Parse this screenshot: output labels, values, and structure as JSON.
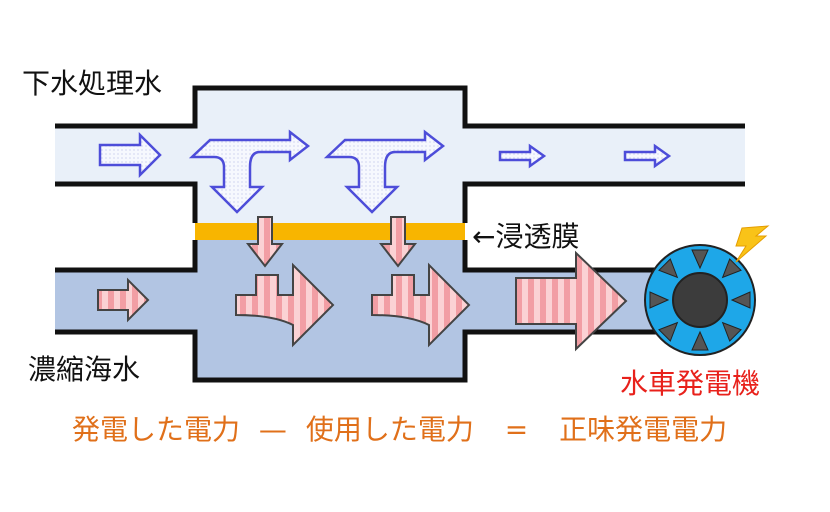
{
  "labels": {
    "inlet_top": "下水処理水",
    "inlet_bottom": "濃縮海水",
    "membrane": "←浸透膜",
    "generator": "水車発電機",
    "equation": {
      "term1": "発電した電力",
      "op1": "—",
      "term2": "使用した電力",
      "op2": "=",
      "result": "正味発電電力"
    }
  },
  "colors": {
    "fresh_water": "#e9f0f9",
    "sea_water": "#b2c5e3",
    "membrane": "#f8b500",
    "pipe_wall": "#111111",
    "fresh_arrow_outline": "#4d4dd9",
    "salt_arrow": "#f7b4b8",
    "turbine_ring": "#1ea7e8",
    "turbine_core": "#3c3c3c",
    "spark": "#f9c318",
    "generator_label": "#e8211b",
    "equation_text": "#e0701a"
  }
}
